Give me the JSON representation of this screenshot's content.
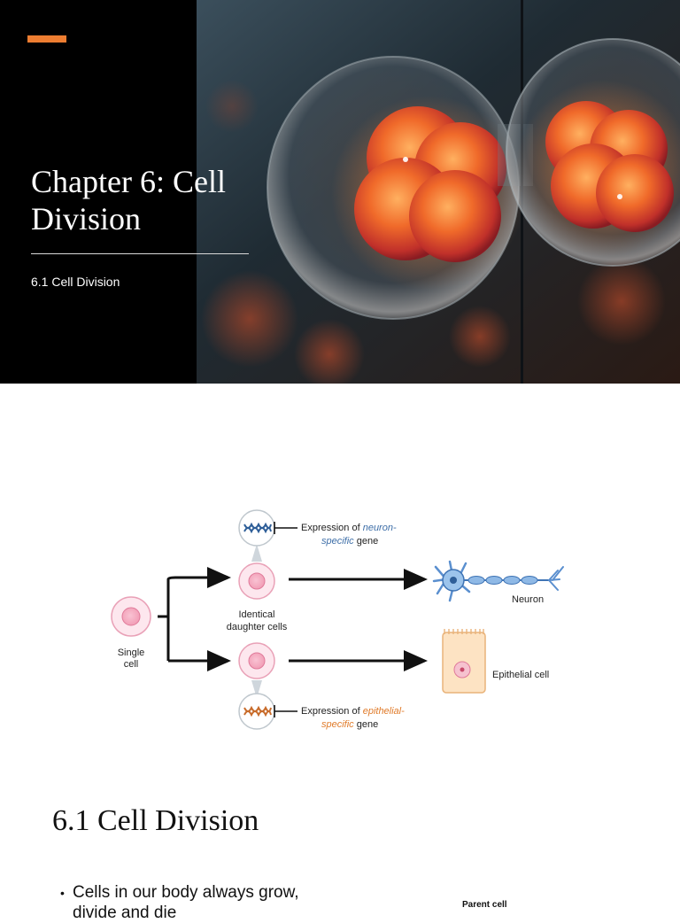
{
  "colors": {
    "accent": "#ed7d31",
    "neuron_text": "#3f6fa8",
    "epithelial_text": "#e07b2a"
  },
  "slide1": {
    "title": "Chapter 6: Cell Division",
    "subtitle": "6.1 Cell Division"
  },
  "diagram": {
    "single_cell": [
      "Single",
      "cell"
    ],
    "identical_daughter_cells": [
      "Identical",
      "daughter cells"
    ],
    "neuron_label": "Neuron",
    "epithelial_label": "Epithelial cell",
    "expr_neuron": {
      "prefix": "Expression of ",
      "italic_a": "neuron-",
      "italic_b": "specific",
      "suffix": " gene"
    },
    "expr_epithelial": {
      "prefix": "Expression of ",
      "italic_a": "epithelial-",
      "italic_b": "specific",
      "suffix": " gene"
    }
  },
  "slide3": {
    "heading": "6.1 Cell Division",
    "bullet": "Cells in our body always grow,",
    "bullet_cont": "divide and die",
    "figure_label": "Parent cell"
  }
}
